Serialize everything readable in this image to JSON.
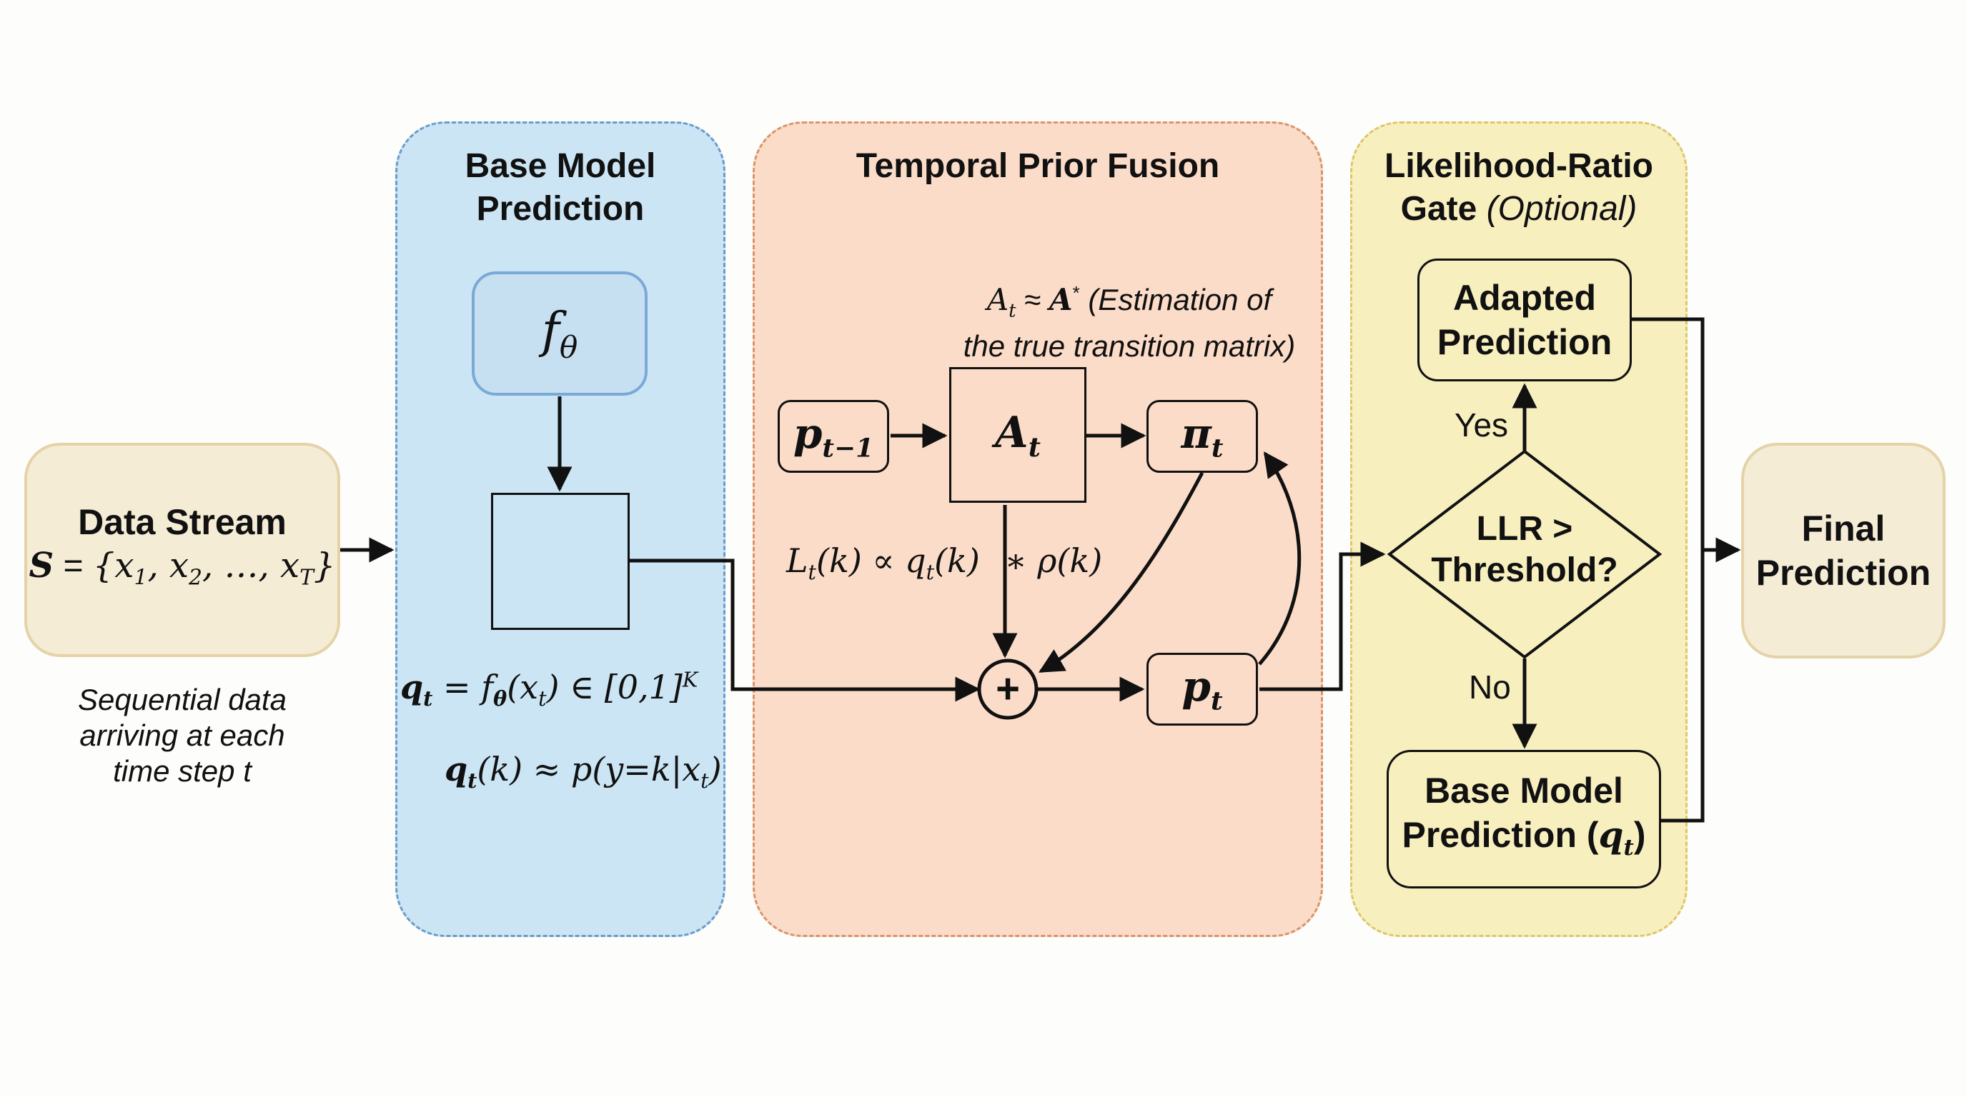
{
  "data_stream": {
    "title": "Data Stream",
    "formula": "S = {x₁, x₂, …, x_T}",
    "formula_parts": {
      "lhs": "S",
      "set": "{x",
      "sub1": "1",
      "mid1": ", x",
      "sub2": "2",
      "mid2": ", …, x",
      "subT": "T",
      "close": "}"
    },
    "note_lines": [
      "Sequential data",
      "arriving at each",
      "time step t"
    ]
  },
  "panels": {
    "base_model": {
      "title_lines": [
        "Base Model",
        "Prediction"
      ],
      "model_node": {
        "base": "f",
        "sub": "θ"
      },
      "formula1": {
        "q": "q",
        "q_sub": "t",
        "eq": " = f",
        "f_sub": "θ",
        "arg": "(x",
        "arg_sub": "t",
        "rest": ") ∈ [0,1]",
        "sup": "K"
      },
      "formula2": {
        "q": "q",
        "q_sub": "t",
        "rest1": "(k) ≈ p(y=k|x",
        "x_sub": "t",
        "rest2": ")"
      },
      "color": "#cbe5f4"
    },
    "temporal_fusion": {
      "title": "Temporal Prior Fusion",
      "annotation": {
        "lhs": "A",
        "lhs_sub": "t",
        "approx": " ≈ ",
        "rhs": "A",
        "rhs_sup": "*",
        "text1": " (Estimation of",
        "text2": "the true transition matrix)"
      },
      "prev_node": {
        "base": "p",
        "sub": "t−1"
      },
      "transition_node": {
        "base": "A",
        "sub": "t"
      },
      "prior_node": {
        "base": "π",
        "sub": "t"
      },
      "posterior_node": {
        "base": "p",
        "sub": "t"
      },
      "combine_symbol": "+",
      "likelihood": {
        "L": "L",
        "L_sub": "t",
        "mid": "(k) ∝ q",
        "q_sub": "t",
        "tail": "(k)",
        "rho": " ∗ ρ(k)"
      },
      "color": "#fbdcc8"
    },
    "llr_gate": {
      "title_line1": "Likelihood-Ratio",
      "title_line2_bold": "Gate",
      "title_line2_italic": "(Optional)",
      "decision_lines": [
        "LLR >",
        "Threshold?"
      ],
      "yes_label": "Yes",
      "no_label": "No",
      "adapted_lines": [
        "Adapted",
        "Prediction"
      ],
      "base_lines": [
        "Base Model",
        "Prediction ("
      ],
      "base_q": "q",
      "base_q_sub": "t",
      "base_close": ")",
      "color": "#f8efbf"
    }
  },
  "final": {
    "lines": [
      "Final",
      "Prediction"
    ]
  }
}
